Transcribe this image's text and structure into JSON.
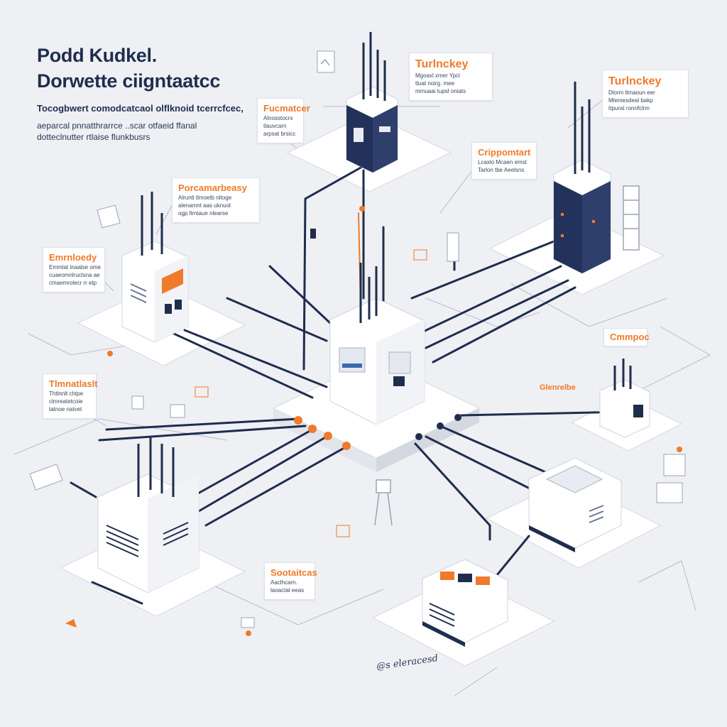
{
  "header": {
    "title_line1": "Podd Kudkel.",
    "title_line2": "Dorwette ciigntaatcc",
    "subtitle": "Tocogbwert comodcatcaol olflknoid tcerrcfcec,",
    "desc_line1": "aeparcal pnnatthrarrce ..scar otfaeid ffanal",
    "desc_line2": "dotteclnutter rtlaise flunkbusrs"
  },
  "callouts": {
    "top_center": {
      "title": "Turlnckey",
      "lines": [
        "Mgoaxl xmer Ypcl",
        "tluat noirg. mee",
        "mmuaai tupsl oniats"
      ]
    },
    "top_right": {
      "title": "Turlnckey",
      "lines": [
        "Dlorm tlmaoun eer",
        "Mlemesdeal bakp",
        "ttpurat ronnfclnn"
      ]
    },
    "top_left_small": {
      "title": "Fucmatcer",
      "lines": [
        "Alnosstocrs",
        "tlauvcarn",
        "arpsat brsicc"
      ]
    },
    "mid_center": {
      "title": "Crippomtart",
      "lines": [
        "Lcaxlo Mcaen emst",
        "Tarlon tbe Aeelsns"
      ]
    },
    "mid_left": {
      "title": "Porcamarbeasy",
      "lines": [
        "Alruntl tlmoetb nltoge",
        "alenamnt aas uknuol",
        "ogp ltmtaue nlearse"
      ]
    },
    "left_upper": {
      "title": "Emrnloedy",
      "lines": [
        "Emmlat tnaalse ome",
        "cuaeomnlruclsna ae",
        "cmaemrolecr rr etp"
      ]
    },
    "left_lower": {
      "title": "Tlmnatlaslt",
      "lines": [
        "Thtlnnlt chtpe",
        "clmreatetcoie",
        "tatnoe natvet"
      ]
    },
    "bottom_center": {
      "title": "Sootaitcas",
      "lines": [
        "Aaclhcarn.",
        "laoactal eeas"
      ]
    }
  },
  "labels": {
    "right_mid": "Cmmpoc",
    "right_small": "Glenrelbe"
  },
  "signature": "@s eleracesd",
  "colors": {
    "accent": "#ef7a2a",
    "navy": "#1f2d4d",
    "cable": "#1f2d4d",
    "background": "#eef0f4"
  }
}
